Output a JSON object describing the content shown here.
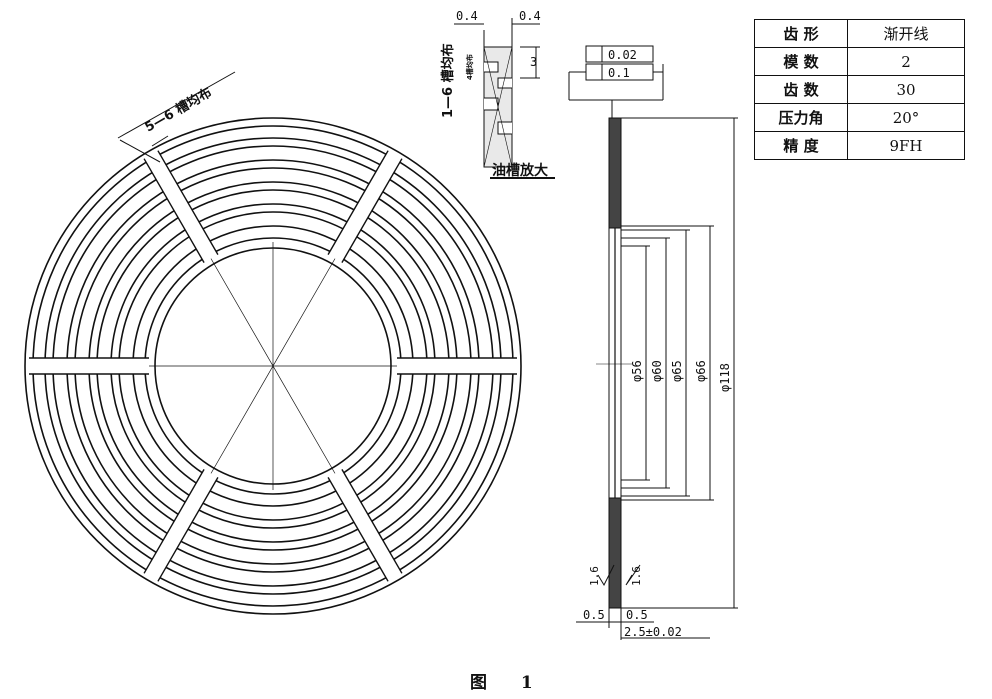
{
  "spec_table": [
    {
      "key": "齿 形",
      "value": "渐开线"
    },
    {
      "key": "模 数",
      "value": "2"
    },
    {
      "key": "齿 数",
      "value": "30"
    },
    {
      "key": "压力角",
      "value": "20°"
    },
    {
      "key": "精 度",
      "value": "9FH"
    }
  ],
  "labels": {
    "slots_note": "5—6 槽均布",
    "enlarge_note": "油槽放大",
    "grooves_note": "1—6 槽均布",
    "groove_small": "4槽均布",
    "dim_left": "0.4",
    "dim_right": "0.4",
    "dim_depth": "3",
    "tol_flatness": "0.02",
    "tol_parallel": "0.1",
    "d56": "φ56",
    "d60": "φ60",
    "d65": "φ65",
    "d66": "φ66",
    "d118": "φ118",
    "rough_left": "1.6",
    "rough_right": "1.6",
    "bottom_left": "0.5",
    "bottom_right": "0.5",
    "thickness": "2.5±0.02"
  },
  "caption": "图 1"
}
